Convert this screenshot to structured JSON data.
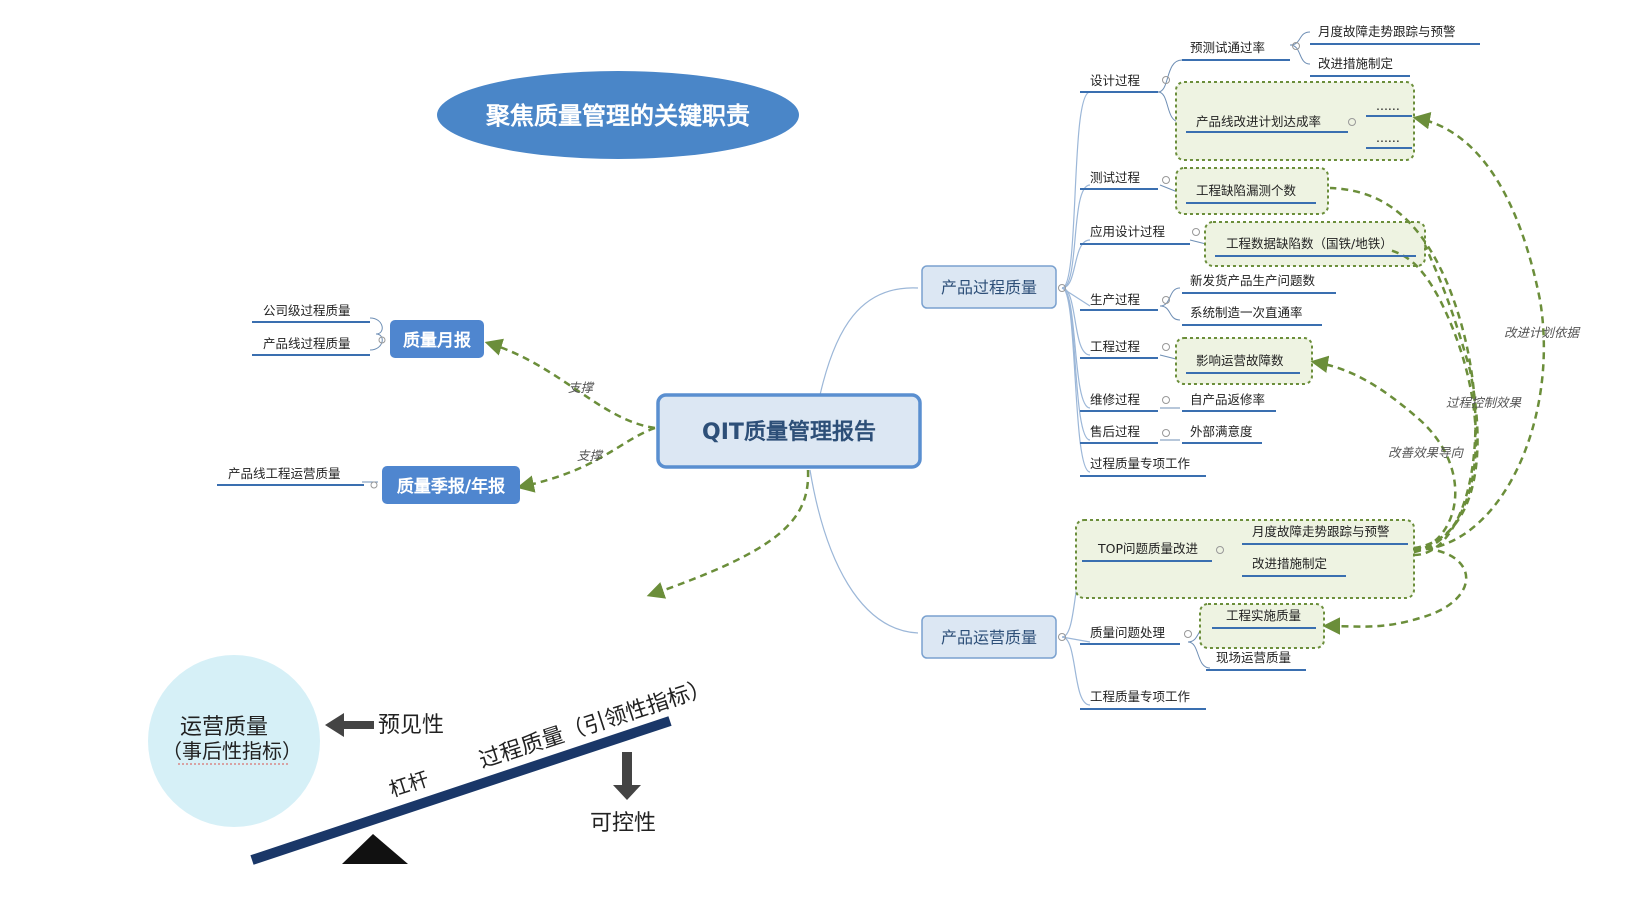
{
  "title": "聚焦质量管理的关键职责",
  "center": "QIT质量管理报告",
  "left": {
    "monthly": {
      "label": "质量月报",
      "items": [
        "公司级过程质量",
        "产品线过程质量"
      ],
      "link": "支撑"
    },
    "quarterly": {
      "label": "质量季报/年报",
      "items": [
        "产品线工程运营质量"
      ],
      "link": "支撑"
    }
  },
  "process_quality": {
    "label": "产品过程质量",
    "design": {
      "label": "设计过程",
      "pretest": "预测试通过率",
      "monthly_trend": "月度故障走势跟踪与预警",
      "improve": "改进措施制定",
      "plan_rate": "产品线改进计划达成率",
      "dots": [
        "......",
        "......"
      ]
    },
    "test": {
      "label": "测试过程",
      "item": "工程缺陷漏测个数"
    },
    "app_design": {
      "label": "应用设计过程",
      "item": "工程数据缺陷数（国铁/地铁）"
    },
    "production": {
      "label": "生产过程",
      "items": [
        "新发货产品生产问题数",
        "系统制造一次直通率"
      ]
    },
    "engineering": {
      "label": "工程过程",
      "item": "影响运营故障数"
    },
    "repair": {
      "label": "维修过程",
      "item": "自产品返修率"
    },
    "aftersales": {
      "label": "售后过程",
      "item": "外部满意度"
    },
    "special": "过程质量专项工作"
  },
  "ops_quality": {
    "label": "产品运营质量",
    "top": {
      "label": "TOP问题质量改进",
      "items": [
        "月度故障走势跟踪与预警",
        "改进措施制定"
      ]
    },
    "issue": {
      "label": "质量问题处理",
      "items": [
        "工程实施质量",
        "现场运营质量"
      ]
    },
    "special": "工程质量专项工作"
  },
  "annotations": {
    "plan_basis": "改进计划依据",
    "process_control": "过程控制效果",
    "improve_guide": "改善效果导向"
  },
  "lever": {
    "ops_title": "运营质量",
    "ops_sub": "（事后性指标）",
    "foresight": "预见性",
    "beam_label": "杠杆",
    "process_label": "过程质量（引领性指标）",
    "controllable": "可控性"
  },
  "colors": {
    "title_ellipse": "#4a86c8",
    "badge": "#4f86cf",
    "center_border": "#5a8fd0",
    "center_fill": "#dce7f3",
    "branch_fill": "#dce7f3",
    "dashed": "#6b8e3a",
    "dashed_fill": "#eef3e2",
    "underline": "#3a6fb0",
    "beam": "#1a3768",
    "circle": "#d6f0f7"
  }
}
